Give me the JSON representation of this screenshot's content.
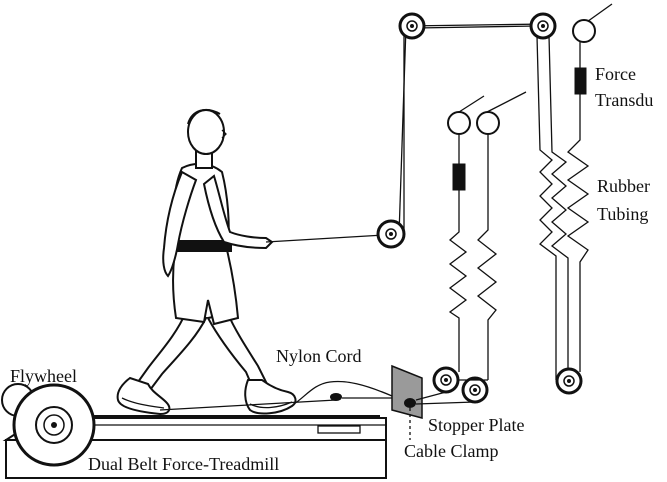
{
  "labels": {
    "flywheel": "Flywheel",
    "treadmill": "Dual Belt Force-Treadmill",
    "nylon_cord": "Nylon Cord",
    "stopper_plate": "Stopper Plate",
    "cable_clamp": "Cable Clamp",
    "force_transducer_line1": "Force",
    "force_transducer_line2": "Transdu",
    "rubber_tubing_line1": "Rubber",
    "rubber_tubing_line2": "Tubing"
  }
}
